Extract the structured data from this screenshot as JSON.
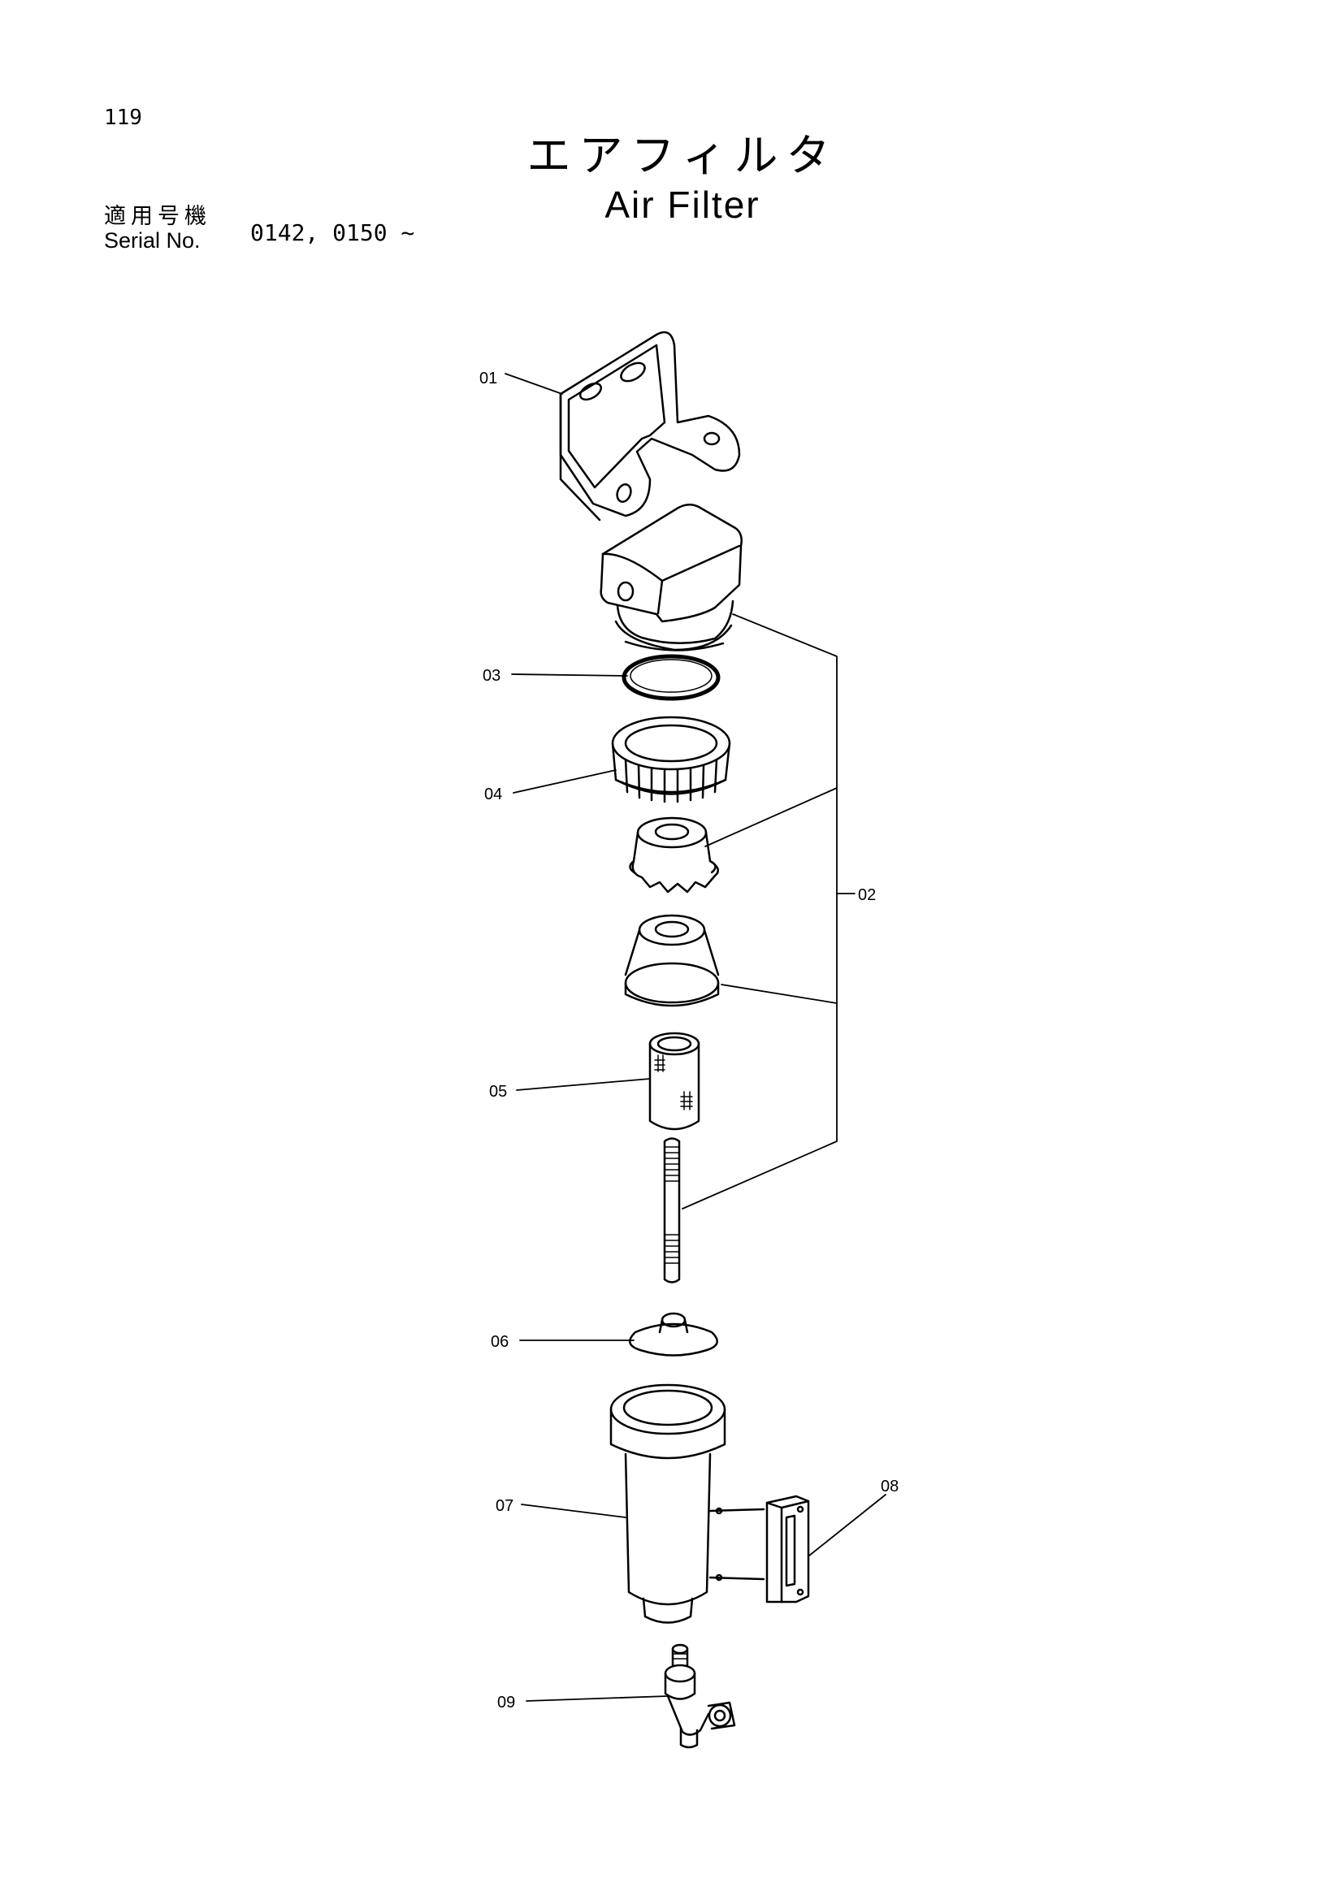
{
  "page": {
    "number": "119"
  },
  "title": {
    "japanese": "エアフィルタ",
    "english": "Air Filter"
  },
  "serial": {
    "label_jp": "適用号機",
    "label_en": "Serial No.",
    "value": "0142, 0150 ~"
  },
  "parts": {
    "p01": "01",
    "p02": "02",
    "p03": "03",
    "p04": "04",
    "p05": "05",
    "p06": "06",
    "p07": "07",
    "p08": "08",
    "p09": "09"
  }
}
